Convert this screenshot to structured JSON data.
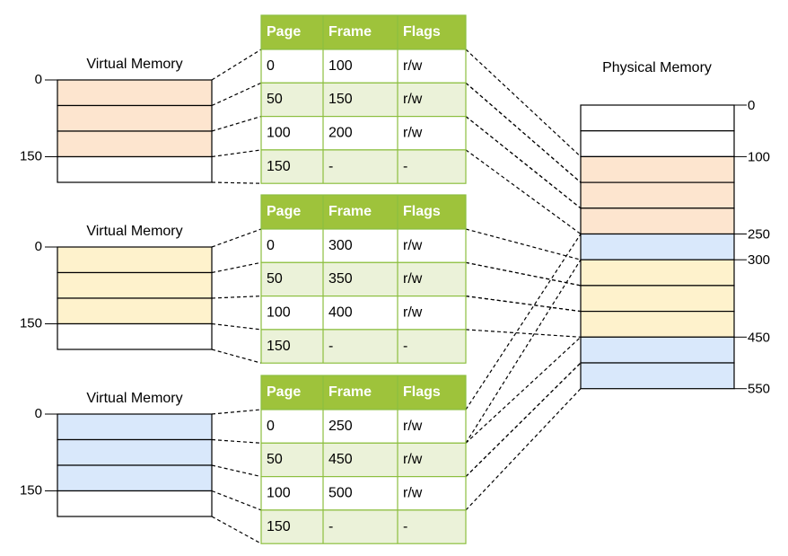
{
  "labels": {
    "virtual_memory": "Virtual Memory",
    "physical_memory": "Physical Memory"
  },
  "table_headers": [
    "Page",
    "Frame",
    "Flags"
  ],
  "virtual_address_labels": [
    "0",
    "150"
  ],
  "physical_address_labels": [
    "0",
    "100",
    "250",
    "300",
    "450",
    "550"
  ],
  "colors": {
    "header_green": "#9ec33b",
    "row_white": "#ffffff",
    "row_green": "#ebf2d9",
    "table_border": "#8cbf3f",
    "orange_fill": "#fde5cf",
    "yellow_fill": "#fef2cc",
    "blue_fill": "#d9e8fb",
    "outline": "#000000"
  },
  "processes": [
    {
      "color": "orange",
      "rows": [
        {
          "page": "0",
          "frame": "100",
          "flags": "r/w"
        },
        {
          "page": "50",
          "frame": "150",
          "flags": "r/w"
        },
        {
          "page": "100",
          "frame": "200",
          "flags": "r/w"
        },
        {
          "page": "150",
          "frame": "-",
          "flags": "-"
        }
      ]
    },
    {
      "color": "yellow",
      "rows": [
        {
          "page": "0",
          "frame": "300",
          "flags": "r/w"
        },
        {
          "page": "50",
          "frame": "350",
          "flags": "r/w"
        },
        {
          "page": "100",
          "frame": "400",
          "flags": "r/w"
        },
        {
          "page": "150",
          "frame": "-",
          "flags": "-"
        }
      ]
    },
    {
      "color": "blue",
      "rows": [
        {
          "page": "0",
          "frame": "250",
          "flags": "r/w"
        },
        {
          "page": "50",
          "frame": "450",
          "flags": "r/w"
        },
        {
          "page": "100",
          "frame": "500",
          "flags": "r/w"
        },
        {
          "page": "150",
          "frame": "-",
          "flags": "-"
        }
      ]
    }
  ],
  "physical_blocks": [
    "white",
    "white",
    "orange",
    "orange",
    "orange",
    "blue",
    "yellow",
    "yellow",
    "yellow",
    "blue",
    "blue"
  ]
}
